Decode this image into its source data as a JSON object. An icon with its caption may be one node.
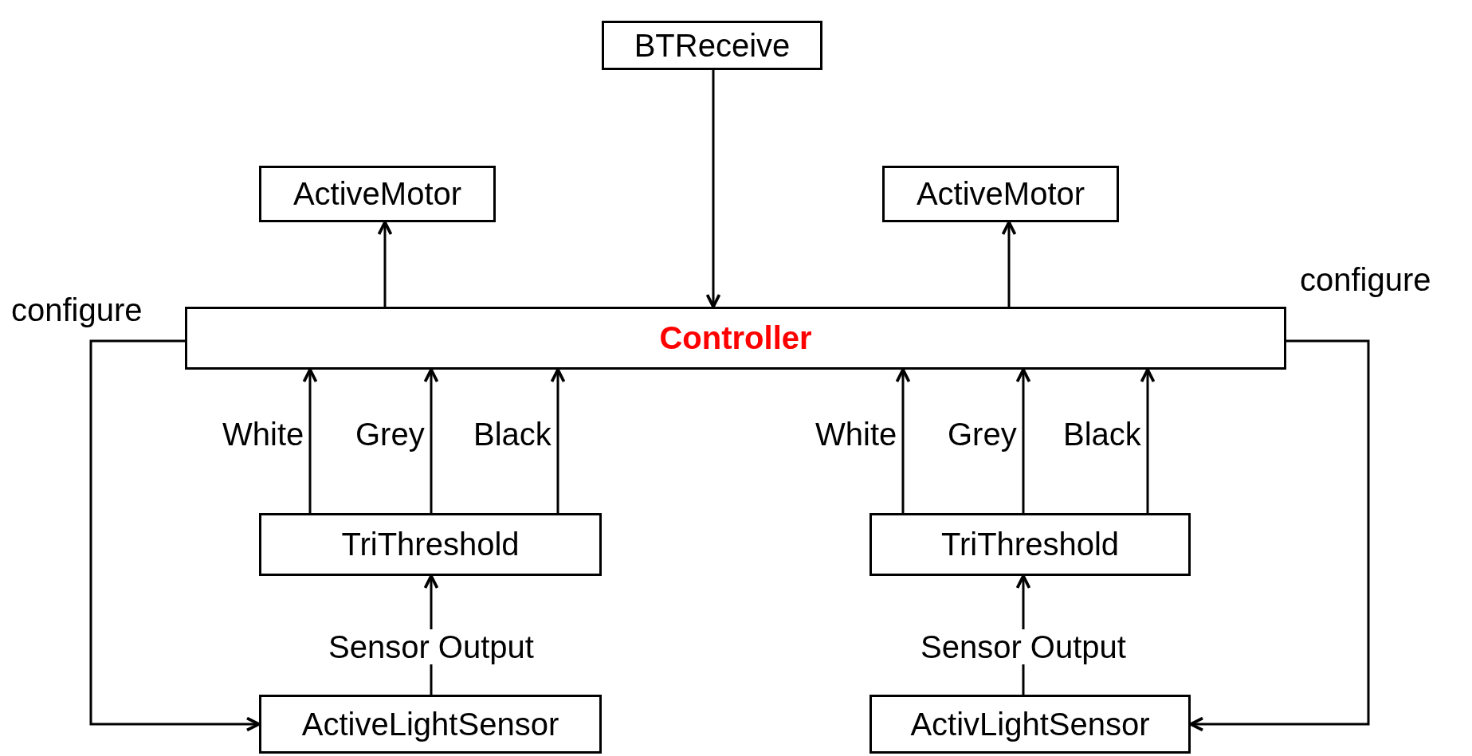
{
  "diagram": {
    "nodes": [
      {
        "text": [
          "BTReceive"
        ]
      },
      {
        "text": [
          "ActiveMotor"
        ]
      },
      {
        "text": [
          "ActiveMotor"
        ]
      },
      {
        "text": [
          "Controller"
        ]
      },
      {
        "text": [
          "TriThreshold"
        ]
      },
      {
        "text": [
          "TriThreshold"
        ]
      },
      {
        "text": [
          "ActiveLightSensor"
        ]
      },
      {
        "text": [
          "ActivLightSensor"
        ]
      }
    ],
    "edges": [
      {
        "from": 0,
        "to": 3,
        "arrow": "to"
      },
      {
        "from": 3,
        "to": 1,
        "arrow": "to"
      },
      {
        "from": 3,
        "to": 2,
        "arrow": "to"
      },
      {
        "from": 4,
        "to": 3,
        "arrow": "to",
        "label": "White"
      },
      {
        "from": 4,
        "to": 3,
        "arrow": "to",
        "label": "Grey"
      },
      {
        "from": 4,
        "to": 3,
        "arrow": "to",
        "label": "Black"
      },
      {
        "from": 5,
        "to": 3,
        "arrow": "to",
        "label": "White"
      },
      {
        "from": 5,
        "to": 3,
        "arrow": "to",
        "label": "Grey"
      },
      {
        "from": 5,
        "to": 3,
        "arrow": "to",
        "label": "Black"
      },
      {
        "from": 6,
        "to": 4,
        "arrow": "to",
        "label": "Sensor Output"
      },
      {
        "from": 7,
        "to": 5,
        "arrow": "to",
        "label": "Sensor Output"
      },
      {
        "from": 3,
        "to": 6,
        "arrow": "to",
        "label": "configure"
      },
      {
        "from": 3,
        "to": 7,
        "arrow": "to",
        "label": "configure"
      }
    ]
  }
}
